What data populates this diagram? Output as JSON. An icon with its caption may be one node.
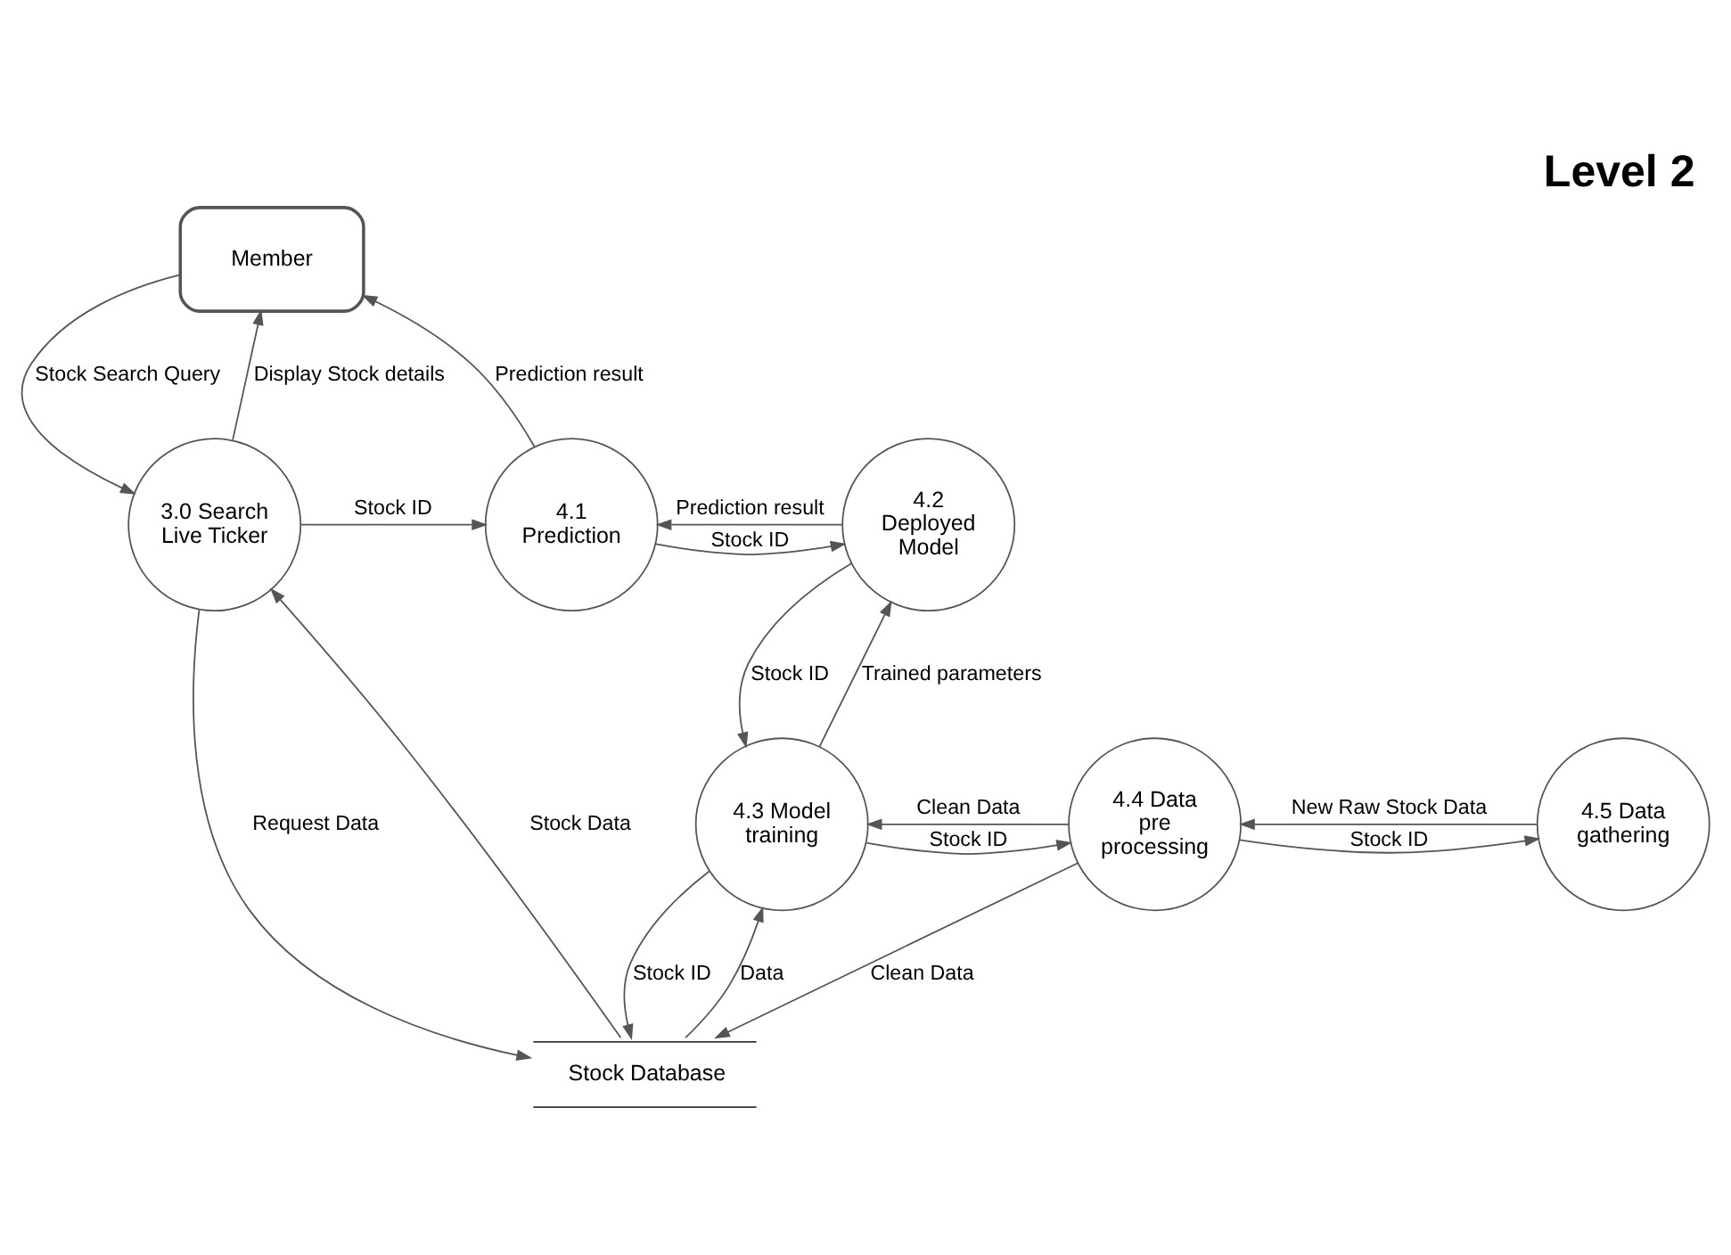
{
  "diagram": {
    "title": "Level 2",
    "nodes": [
      {
        "text": [
          "Member"
        ]
      },
      {
        "text": [
          "3.0 Search Live Ticker"
        ]
      },
      {
        "text": [
          "4.1 Prediction"
        ]
      },
      {
        "text": [
          "4.2 Deployed Model"
        ]
      },
      {
        "text": [
          "4.3 Model training"
        ]
      },
      {
        "text": [
          "4.4 Data pre processing"
        ]
      },
      {
        "text": [
          "4.5 Data gathering"
        ]
      },
      {
        "text": [
          "Stock Database"
        ]
      }
    ],
    "edges": [
      {
        "from": 1,
        "to": 0,
        "arrow": "to",
        "label": "Display Stock details"
      },
      {
        "from": 0,
        "to": 1,
        "arrow": "to",
        "label": "Stock Search Query"
      },
      {
        "from": 2,
        "to": 0,
        "arrow": "to",
        "label": "Prediction result"
      },
      {
        "from": 1,
        "to": 2,
        "arrow": "to",
        "label": "Stock ID"
      },
      {
        "from": 3,
        "to": 2,
        "arrow": "to",
        "label": "Prediction result"
      },
      {
        "from": 2,
        "to": 3,
        "arrow": "to",
        "label": "Stock ID"
      },
      {
        "from": 3,
        "to": 4,
        "arrow": "to",
        "label": "Stock ID"
      },
      {
        "from": 4,
        "to": 3,
        "arrow": "to",
        "label": "Trained parameters"
      },
      {
        "from": 6,
        "to": 5,
        "arrow": "to",
        "label": "New Raw Stock Data"
      },
      {
        "from": 5,
        "to": 6,
        "arrow": "to",
        "label": "Stock ID"
      },
      {
        "from": 5,
        "to": 4,
        "arrow": "to",
        "label": "Clean Data"
      },
      {
        "from": 4,
        "to": 5,
        "arrow": "to",
        "label": "Stock ID"
      },
      {
        "from": 5,
        "to": 7,
        "arrow": "to",
        "label": "Clean Data"
      },
      {
        "from": 1,
        "to": 7,
        "arrow": "to",
        "label": "Request Data"
      },
      {
        "from": 7,
        "to": 1,
        "arrow": "to",
        "label": "Stock Data"
      },
      {
        "from": 4,
        "to": 7,
        "arrow": "to",
        "label": "Stock ID"
      },
      {
        "from": 7,
        "to": 4,
        "arrow": "to",
        "label": "Data"
      }
    ]
  }
}
